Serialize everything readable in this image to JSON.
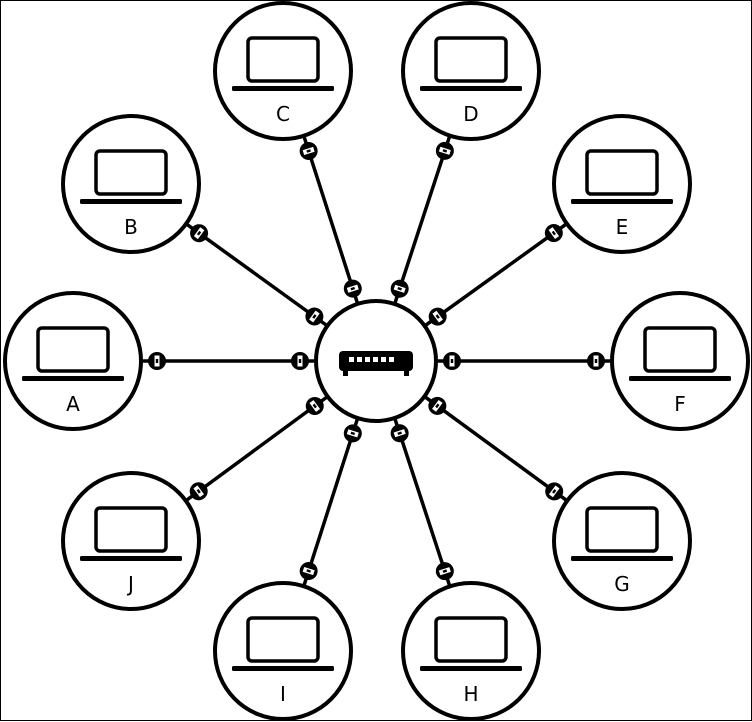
{
  "colors": {
    "stroke": "#000000",
    "fill": "#ffffff"
  },
  "hub": {
    "icon": "network-switch-icon"
  },
  "computers": [
    {
      "id": "A",
      "label": "A",
      "icon": "laptop-icon"
    },
    {
      "id": "B",
      "label": "B",
      "icon": "laptop-icon"
    },
    {
      "id": "C",
      "label": "C",
      "icon": "laptop-icon"
    },
    {
      "id": "D",
      "label": "D",
      "icon": "laptop-icon"
    },
    {
      "id": "E",
      "label": "E",
      "icon": "laptop-icon"
    },
    {
      "id": "F",
      "label": "F",
      "icon": "laptop-icon"
    },
    {
      "id": "G",
      "label": "G",
      "icon": "laptop-icon"
    },
    {
      "id": "H",
      "label": "H",
      "icon": "laptop-icon"
    },
    {
      "id": "I",
      "label": "I",
      "icon": "laptop-icon"
    },
    {
      "id": "J",
      "label": "J",
      "icon": "laptop-icon"
    }
  ],
  "connections": [
    {
      "from": "hub",
      "to": "A"
    },
    {
      "from": "hub",
      "to": "B"
    },
    {
      "from": "hub",
      "to": "C"
    },
    {
      "from": "hub",
      "to": "D"
    },
    {
      "from": "hub",
      "to": "E"
    },
    {
      "from": "hub",
      "to": "F"
    },
    {
      "from": "hub",
      "to": "G"
    },
    {
      "from": "hub",
      "to": "H"
    },
    {
      "from": "hub",
      "to": "I"
    },
    {
      "from": "hub",
      "to": "J"
    }
  ]
}
